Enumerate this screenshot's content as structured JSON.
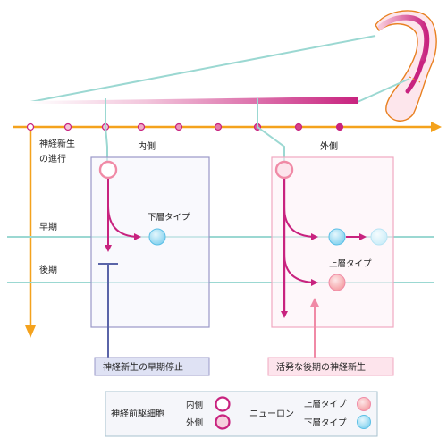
{
  "axis": {
    "label_line1": "神経新生",
    "label_line2": "の進行"
  },
  "panels": {
    "inner": {
      "title": "内側",
      "result_label": "神経新生の早期停止"
    },
    "outer": {
      "title": "外側",
      "result_label": "活発な後期の神経新生"
    }
  },
  "stages": {
    "early": "早期",
    "late": "後期"
  },
  "neuron_labels": {
    "lower_inner": "下層タイプ",
    "upper_outer": "上層タイプ"
  },
  "legend": {
    "progenitor_label": "神経前駆細胞",
    "inner": "内側",
    "outer": "外側",
    "neuron_label": "ニューロン",
    "upper": "上層タイプ",
    "lower": "下層タイプ"
  },
  "colors": {
    "axis_orange": "#f4a21d",
    "magenta": "#c8237f",
    "pink": "#f08aa6",
    "teal_line": "#9bd8d2",
    "inner_box_border": "#9a98c8",
    "outer_box_border": "#f0a8c0",
    "blue_neuron": "#7fd0ee",
    "pink_neuron": "#f7b8bb",
    "navy_stop": "#5a64a8"
  }
}
